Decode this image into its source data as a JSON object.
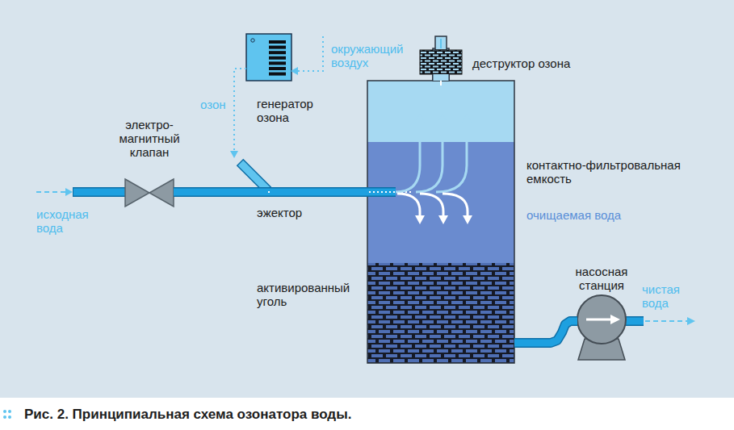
{
  "diagram": {
    "caption": "Рис. 2. Принципиальная схема озонатора воды.",
    "nodes": [
      {
        "text": [
          "генератор озона"
        ]
      },
      {
        "text": [
          "электро-магнитный клапан"
        ]
      },
      {
        "text": [
          "эжектор"
        ]
      },
      {
        "text": [
          "контактно-фильтровальная емкость",
          "очищаемая вода"
        ]
      },
      {
        "text": [
          "деструктор озона"
        ]
      },
      {
        "text": [
          "активированный уголь"
        ],
        "in": 3
      },
      {
        "text": [
          "насосная станция"
        ]
      }
    ],
    "edges": [
      {
        "from": 1,
        "to": 2,
        "arrow": "none"
      },
      {
        "from": 0,
        "to": 2,
        "arrow": "to",
        "label": "озон"
      },
      {
        "from": 2,
        "to": 3,
        "arrow": "none"
      },
      {
        "from": 3,
        "to": 4,
        "arrow": "none"
      },
      {
        "from": 5,
        "to": 6,
        "arrow": "none"
      }
    ],
    "labels": [
      "исходная вода",
      "окружающий воздух",
      "чистая вода"
    ]
  }
}
